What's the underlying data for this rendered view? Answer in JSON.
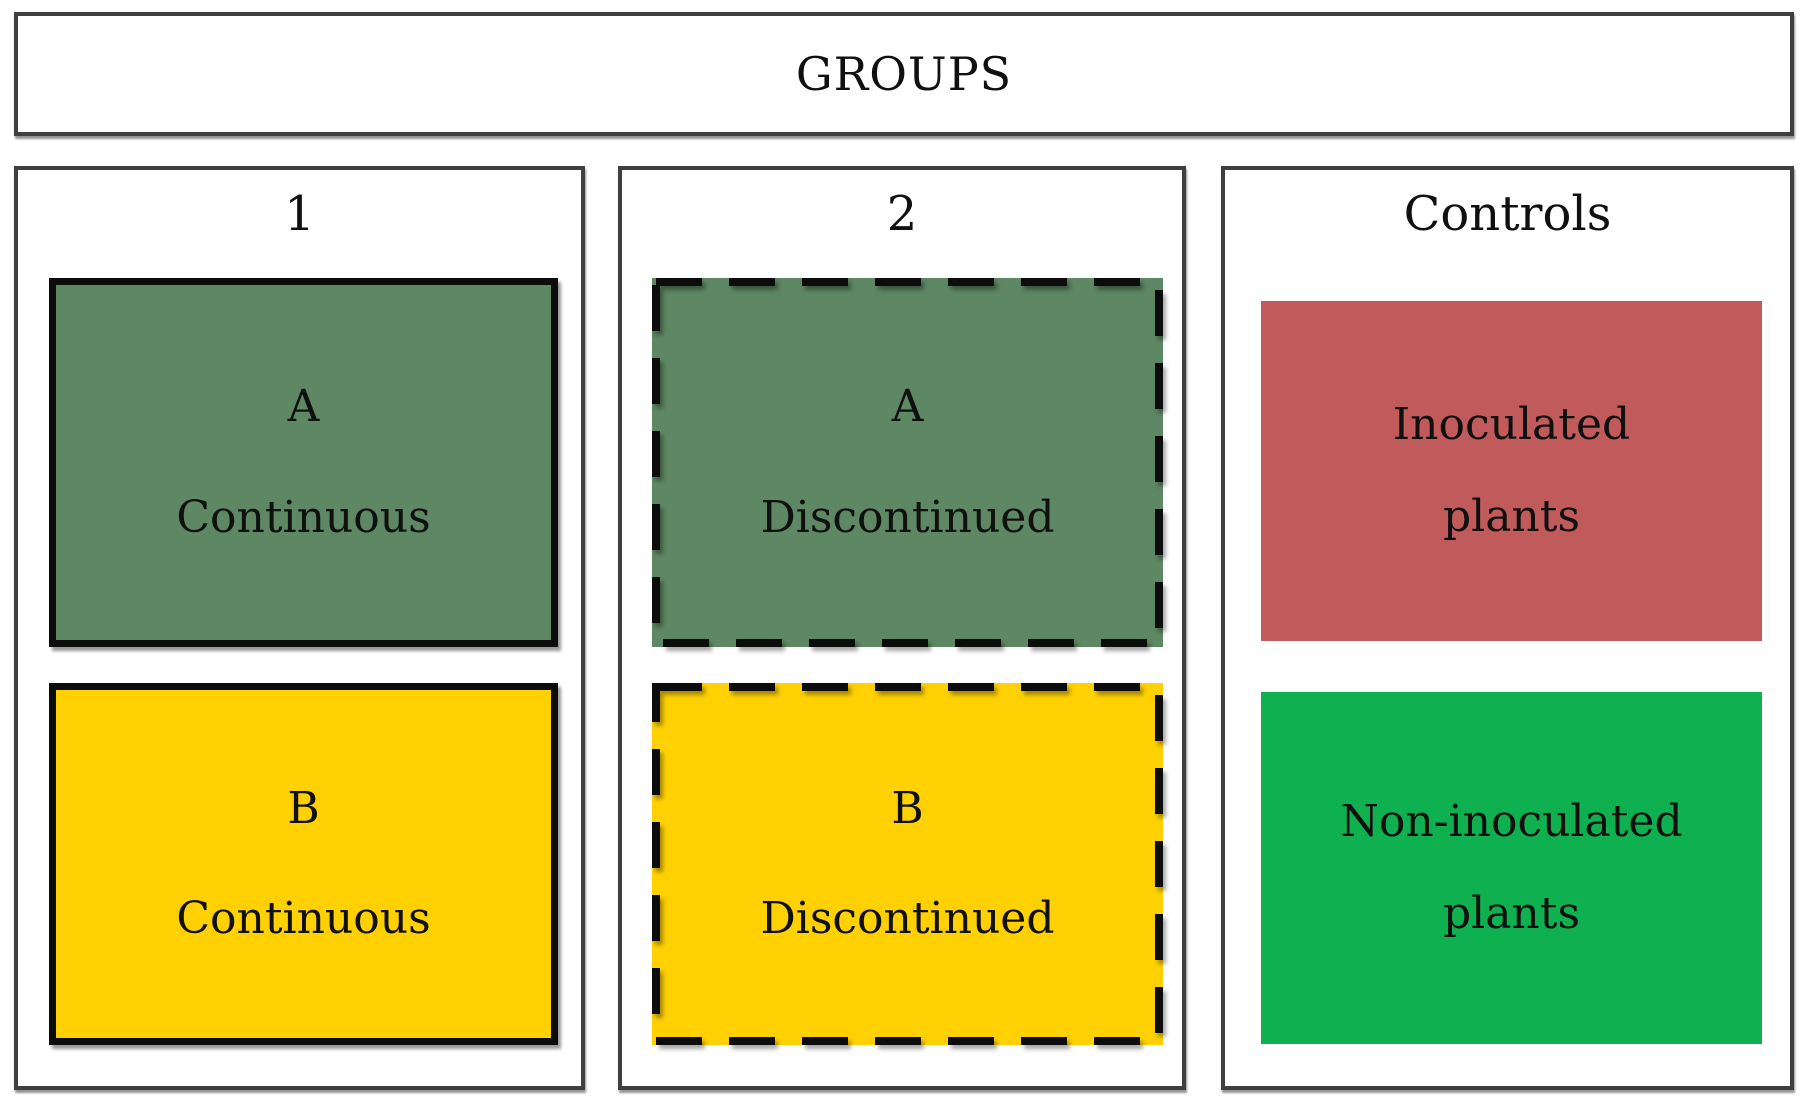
{
  "figure": {
    "title": "GROUPS"
  },
  "columns": [
    {
      "label": "1",
      "cells": [
        {
          "line1": "A",
          "line2": "Continuous",
          "fill": "sage_green",
          "border": "solid"
        },
        {
          "line1": "B",
          "line2": "Continuous",
          "fill": "yellow",
          "border": "solid"
        }
      ]
    },
    {
      "label": "2",
      "cells": [
        {
          "line1": "A",
          "line2": "Discontinued",
          "fill": "sage_green",
          "border": "dashed"
        },
        {
          "line1": "B",
          "line2": "Discontinued",
          "fill": "yellow",
          "border": "dashed"
        }
      ]
    },
    {
      "label": "Controls",
      "cells": [
        {
          "line1": "Inoculated",
          "line2": "plants",
          "fill": "salmon_red",
          "border": "none"
        },
        {
          "line1": "Non-inoculated",
          "line2": "plants",
          "fill": "bright_green",
          "border": "none"
        }
      ]
    }
  ],
  "colors": {
    "sage_green": "#5E8763",
    "yellow": "#FFD103",
    "salmon_red": "#C15B5B",
    "bright_green": "#0EB050",
    "cell_border_black": "#0C0C0C",
    "frame_border_gray": "#3F3F3F",
    "text_black": "#101010"
  }
}
